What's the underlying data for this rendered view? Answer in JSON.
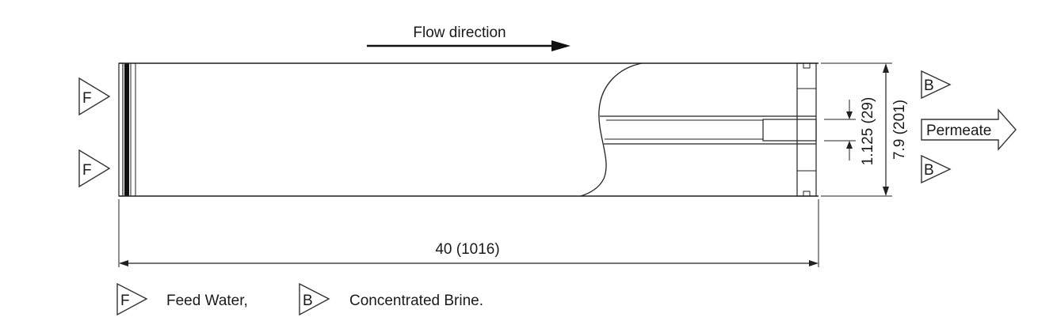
{
  "flow": {
    "label": "Flow direction"
  },
  "feed": {
    "symbol": "F"
  },
  "brine": {
    "symbol": "B"
  },
  "permeate": {
    "label": "Permeate"
  },
  "dimensions": {
    "length": "40 (1016)",
    "diameter": "7.9 (201)",
    "tube": "1.125 (29)"
  },
  "legend": {
    "feed_symbol": "F",
    "feed_text": "Feed Water,",
    "brine_symbol": "B",
    "brine_text": "Concentrated Brine."
  }
}
